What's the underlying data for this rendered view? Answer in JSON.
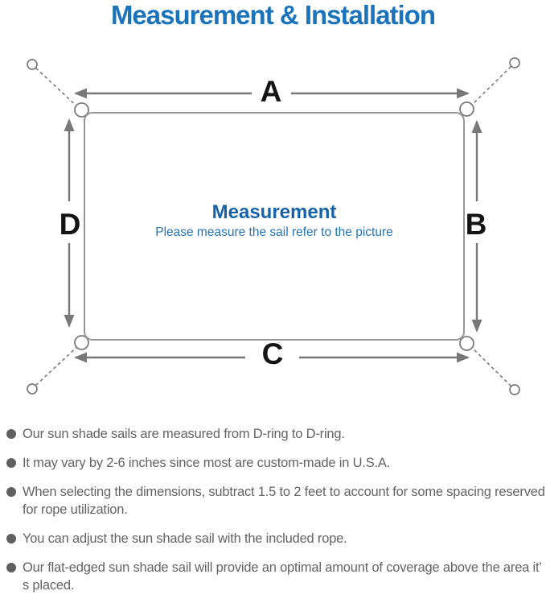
{
  "colors": {
    "accent": "#1b74bb",
    "heading_blue": "#1563aa",
    "subtitle_blue": "#2574b4",
    "ink": "#141414",
    "line_gray": "#7b7b7b",
    "rect_stroke": "#969696",
    "text_gray": "#646464",
    "dot_gray": "#5f5f5f",
    "bg": "#ffffff"
  },
  "title": "Measurement & Installation",
  "diagram": {
    "labels": {
      "top": "A",
      "right": "B",
      "bottom": "C",
      "left": "D"
    },
    "center_heading": "Measurement",
    "center_subtitle": "Please measure the sail refer to the picture"
  },
  "notes": [
    {
      "text": "Our sun shade sails are measured from D-ring to D-ring."
    },
    {
      "text": "It may vary by 2-6 inches since most are custom-made in U.S.A."
    },
    {
      "text": "When selecting the dimensions, subtract 1.5 to 2 feet to account for some spacing reserved for rope utilization."
    },
    {
      "text": "You can adjust the sun shade sail with the included rope."
    },
    {
      "text": "Our flat-edged sun shade sail will provide an optimal amount of coverage above the area it’ s placed."
    }
  ]
}
